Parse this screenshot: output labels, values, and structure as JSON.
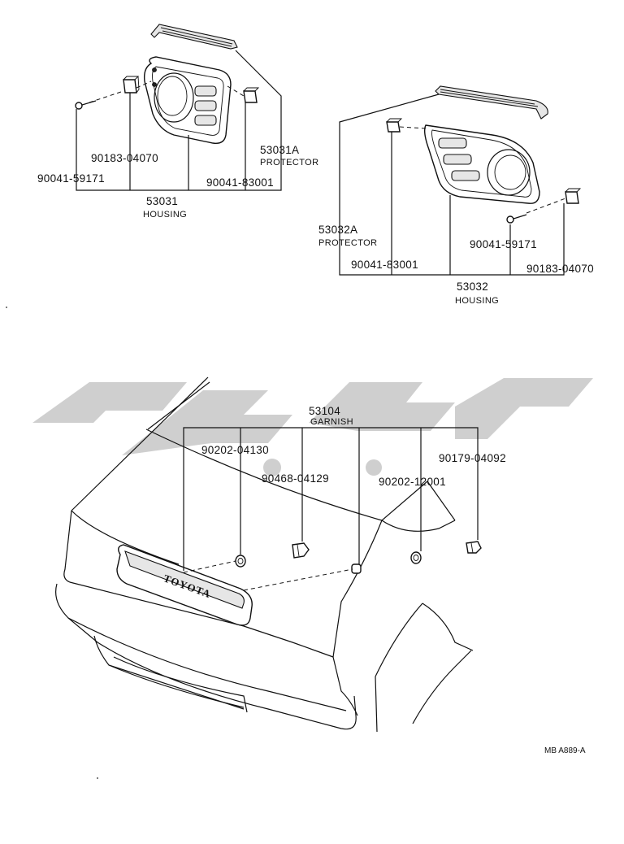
{
  "watermark": "كيوك",
  "reference": "MB A889-A",
  "emblem": "TOYOTA",
  "groups": {
    "left_housing": {
      "protector_no": "53031A",
      "protector_name": "PROTECTOR",
      "housing_no": "53031",
      "housing_name": "HOUSING",
      "clip_no": "90183-04070",
      "screw_no": "90041-59171",
      "nut_no": "90041-83001"
    },
    "right_housing": {
      "protector_no": "53032A",
      "protector_name": "PROTECTOR",
      "housing_no": "53032",
      "housing_name": "HOUSING",
      "nut_no": "90041-83001",
      "screw_no": "90041-59171",
      "clip_no": "90183-04070"
    },
    "garnish": {
      "garnish_no": "53104",
      "garnish_name": "GARNISH",
      "grommet_a": "90202-04130",
      "clip_a": "90468-04129",
      "grommet_b": "90202-12001",
      "clip_b": "90179-04092"
    }
  }
}
